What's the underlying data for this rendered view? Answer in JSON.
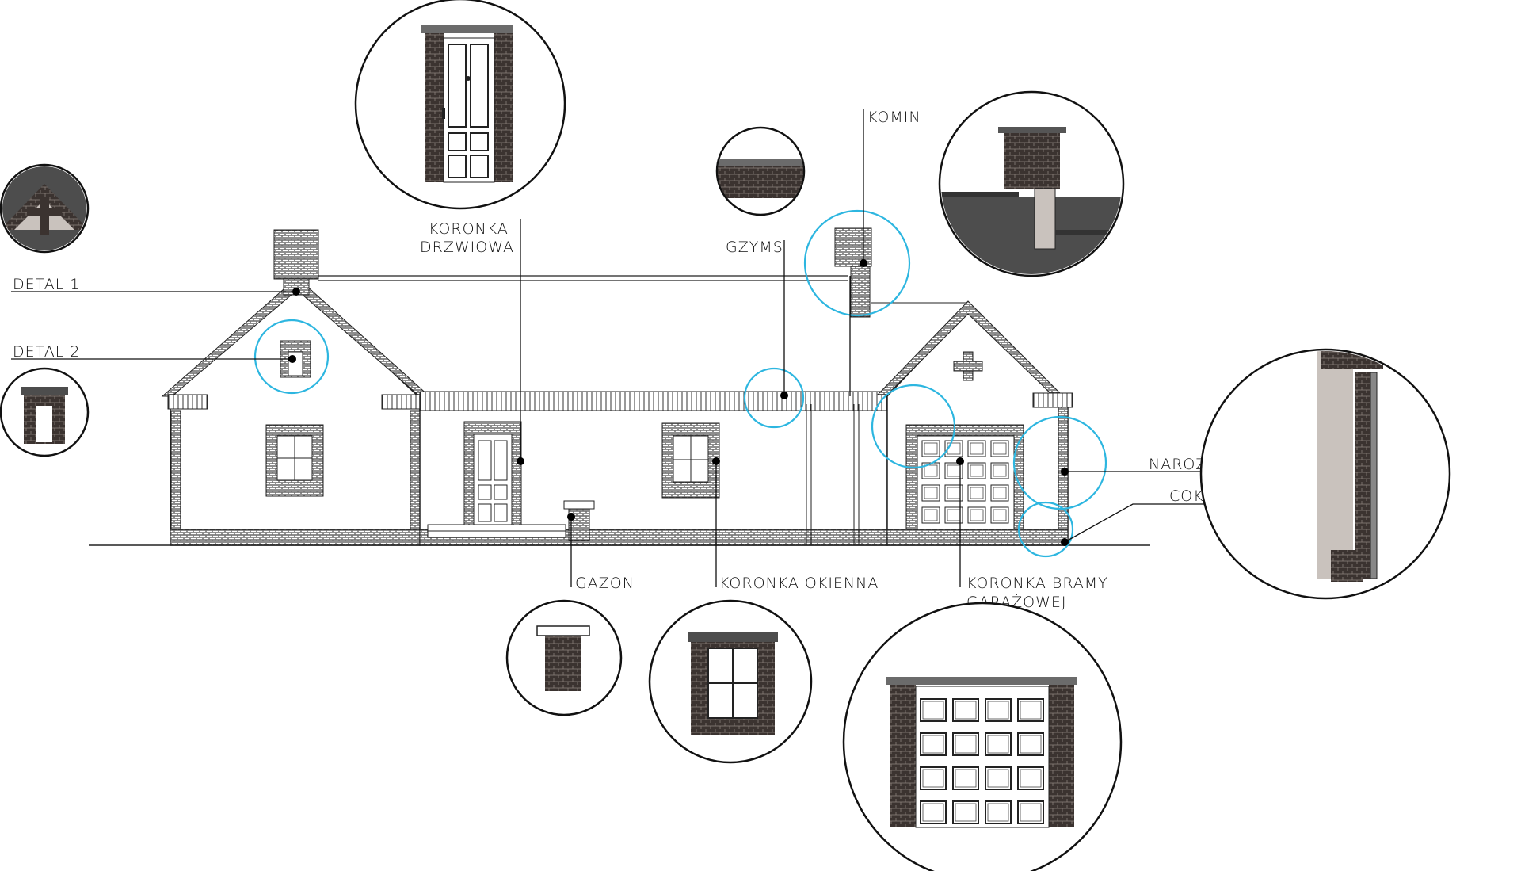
{
  "labels": {
    "detal1": "DETAL 1",
    "detal2": "DETAL 2",
    "koronka_drzwiowa_1": "KORONKA",
    "koronka_drzwiowa_2": "DRZWIOWA",
    "gzyms": "GZYMS",
    "komin": "KOMIN",
    "naroznik": "NAROŻNIK",
    "cokol": "COKÓŁ",
    "gazon": "GAZON",
    "koronka_okienna": "KORONKA OKIENNA",
    "koronka_bramy_1": "KORONKA BRAMY",
    "koronka_bramy_2": "GARAŻOWEJ"
  },
  "colors": {
    "highlight": "#2db6e0",
    "brick": "#3b3330",
    "roof_gray": "#4d4d4d",
    "plaster": "#c9c2bd",
    "line": "#111111"
  },
  "icons": [
    "brick-pattern",
    "door-panel",
    "window-cross",
    "garage-door-grid"
  ]
}
